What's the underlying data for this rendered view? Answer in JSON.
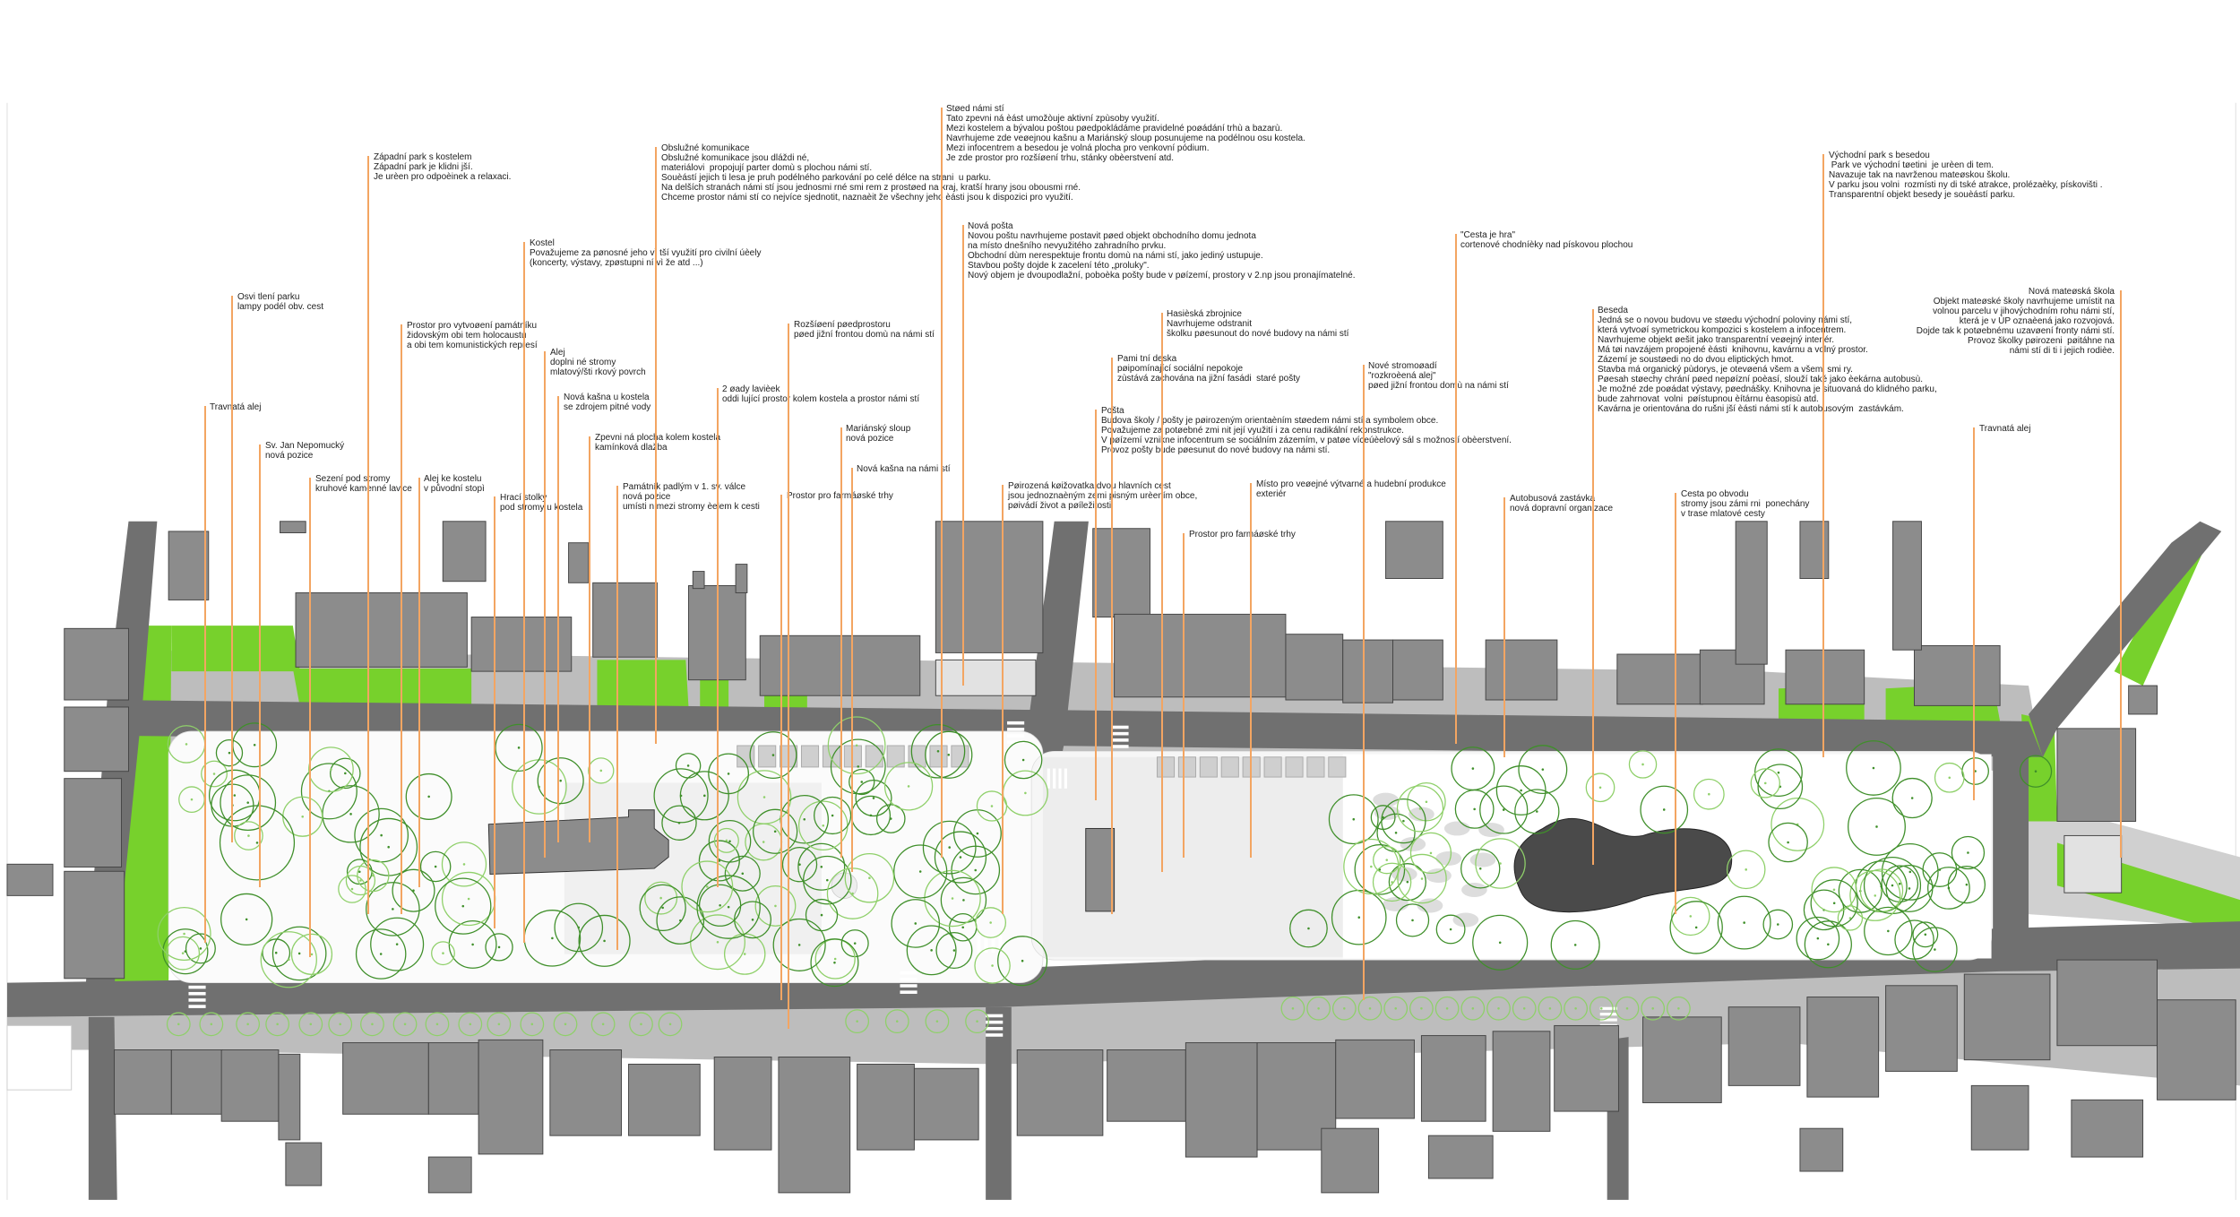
{
  "colors": {
    "road": "#707070",
    "sidewalk": "#bdbdbd",
    "grass": "#77d12c",
    "building": "#8c8c8c",
    "plaza": "#f2f2f2",
    "tree": "#3f8f2a",
    "tree_light": "#8fd06a",
    "leader": "#f3a562",
    "beseda": "#4a4a4a"
  },
  "annotations": [
    {
      "title": "Travnatá alej",
      "lines": []
    },
    {
      "title": "Osvi tlení parku",
      "lines": [
        "lampy podél obv. cest"
      ]
    },
    {
      "title": "Sv. Jan Nepomucký",
      "lines": [
        "nová pozice"
      ]
    },
    {
      "title": "Sezení pod stromy",
      "lines": [
        "kruhové kamenné lavice"
      ]
    },
    {
      "title": "Západní park s kostelem",
      "lines": [
        "Západní park je klidni jší.",
        "Je urèen pro odpoèinek a relaxaci."
      ]
    },
    {
      "title": "Prostor pro vytvoøení památníku",
      "lines": [
        "židovským obi tem holocaustu",
        "a obi tem komunistických represí"
      ]
    },
    {
      "title": "Alej ke kostelu",
      "lines": [
        "v původní stopì"
      ]
    },
    {
      "title": "Hrací stolky",
      "lines": [
        "pod stromy u kostela"
      ]
    },
    {
      "title": "Kostel",
      "lines": [
        "Považujeme za pønosné jeho vì tší využití pro civilní úèely",
        "(koncerty, výstavy, zpøstupni ní vì že atd ...)"
      ]
    },
    {
      "title": "Alej",
      "lines": [
        "doplni né stromy",
        "mlatový/šti rkový povrch"
      ]
    },
    {
      "title": "Nová kašna u kostela",
      "lines": [
        "se zdrojem pitné vody"
      ]
    },
    {
      "title": "Zpevni ná plocha kolem kostela",
      "lines": [
        "kamínková dlažba"
      ]
    },
    {
      "title": "Památník padlým v 1. sv. válce",
      "lines": [
        "nová pozice",
        "umísti n mezi stromy èelem k cesti"
      ]
    },
    {
      "title": "Obslužné komunikace",
      "lines": [
        "Obslužné komunikace jsou dláždi né,",
        "materiálovi  propojují parter domù s plochou námi stí.",
        "Souèástí jejich ti lesa je pruh podélného parkování po celé délce na strani  u parku.",
        "Na delších stranách námi stí jsou jednosmi rné smi rem z prostøed na kraj, kratší hrany jsou obousmi rné.",
        "Chceme prostor námi stí co nejvíce sjednotit, naznaèit že všechny jeho èásti jsou k dispozici pro využití."
      ]
    },
    {
      "title": "2 øady lavièek",
      "lines": [
        "oddi lující prostor kolem kostela a prostor námi stí"
      ]
    },
    {
      "title": "Prostor pro farmáøské trhy",
      "lines": []
    },
    {
      "title": "Rozšíøení pøedprostoru",
      "lines": [
        "pøed jižní frontou domù na námi stí"
      ]
    },
    {
      "title": "Mariánský sloup",
      "lines": [
        "nová pozice"
      ]
    },
    {
      "title": "Nová kašna na námi stí",
      "lines": []
    },
    {
      "title": "Støed námi stí",
      "lines": [
        "Tato zpevni ná èást umožòuje aktivní zpùsoby využití.",
        "Mezi kostelem a bývalou poštou pøedpokládáme pravidelné poøádání trhù a bazarù.",
        "Navrhujeme zde veøejnou kašnu a Mariánský sloup posunujeme na podélnou osu kostela.",
        "Mezi infocentrem a besedou je volná plocha pro venkovní pódium.",
        "Je zde prostor pro rozšíøení trhu, stánky obèerstvení atd."
      ]
    },
    {
      "title": "Nová pošta",
      "lines": [
        "Novou poštu navrhujeme postavit pøed objekt obchodního domu jednota",
        "na místo dnešního nevyužitého zahradního prvku.",
        "Obchodní dùm nerespektuje frontu domù na námi stí, jako jediný ustupuje.",
        "Stavbou pošty dojde k zacelení této „proluky\".",
        "Nový objem je dvoupodlažní, poboèka pošty bude v pøízemí, prostory v 2.np jsou pronajímatelné."
      ]
    },
    {
      "title": "Pøirozená køižovatka  dvou hlavních cest",
      "lines": [
        "jsou jednoznaèným zemi pisným urèením obce,",
        "pøivádí život a pøíležitosti."
      ]
    },
    {
      "title": "Pošta",
      "lines": [
        "Budova školy / pošty je pøirozeným orientaèním støedem námi stí a symbolem obce.",
        "Považujeme za potøebné zmi nit její využití i za cenu radikální rekonstrukce.",
        "V pøízemí vznikne infocentrum se sociálním zázemím, v patøe víceúèelový sál s možností obèerstvení.",
        "Provoz pošty bude pøesunut do nové budovy na námi stí."
      ]
    },
    {
      "title": "Pami tní deska",
      "lines": [
        "pøipomínající sociální nepokoje",
        "zùstává zachována na jižní fasádi  staré pošty"
      ]
    },
    {
      "title": "Hasièská zbrojnice",
      "lines": [
        "Navrhujeme odstranit",
        "školku pøesunout do nové budovy na námi stí"
      ]
    },
    {
      "title": "Prostor pro farmáøské trhy",
      "lines": []
    },
    {
      "title": "Místo pro veøejné výtvarné a hudební produkce",
      "lines": [
        "exteriér"
      ]
    },
    {
      "title": "Nové stromoøadí",
      "lines": [
        "\"rozkroèená alej\"",
        "pøed jižní frontou domù na námi stí"
      ]
    },
    {
      "title": "\"Cesta je hra\"",
      "lines": [
        "cortenové chodníèky nad pískovou plochou"
      ]
    },
    {
      "title": "Autobusová zastávka",
      "lines": [
        "nová dopravní organizace"
      ]
    },
    {
      "title": "Beseda",
      "lines": [
        "Jedná se o novou budovu ve støedu východní poloviny námi stí,",
        "která vytvoøí symetrickou kompozici s kostelem a infocentrem.",
        "Navrhujeme objekt øešit jako transparentní veøejný interiér.",
        "Má tøi navzájem propojené èásti  knihovnu, kavárnu a volný prostor.",
        "Zázemí je soustøedi no do dvou eliptických hmot.",
        "Stavba má organický pùdorys, je otevøená všem a všemi smi ry.",
        "Pøesah støechy chrání pøed nepøízní poèasí, slouží také jako èekárna autobusù.",
        "Je možné zde poøádat výstavy, pøednášky. Knihovna je situovaná do klidného parku,",
        "bude zahrnovat  volni  pøístupnou èítárnu èasopisù atd.",
        "Kavárna je orientována do rušni jší èásti námi stí k autobusovým  zastávkám."
      ]
    },
    {
      "title": "Cesta po obvodu",
      "lines": [
        "stromy jsou zámi rni  ponechány",
        "v trase mlatové cesty"
      ]
    },
    {
      "title": "Východní park s besedou",
      "lines": [
        " Park ve východní tøetini  je urèen di tem.",
        "Navazuje tak na navrženou mateøskou školu.",
        "V parku jsou volni  rozmísti ny di tské atrakce, prolézaèky, pískovišti .",
        "Transparentní objekt besedy je souèástí parku."
      ]
    },
    {
      "title": "Travnatá alej",
      "lines": []
    },
    {
      "title": "Nová mateøská škola",
      "lines": [
        "Objekt mateøské školy navrhujeme umístit na",
        "volnou parcelu v jihovýchodním rohu námi stí,",
        "která je v ÚP oznaèená jako rozvojová.",
        "Dojde tak k potøebnému uzavøení fronty námi stí.",
        "Provoz školky pøirozeni  pøitáhne na",
        "námi stí di ti i jejich rodièe."
      ]
    }
  ]
}
